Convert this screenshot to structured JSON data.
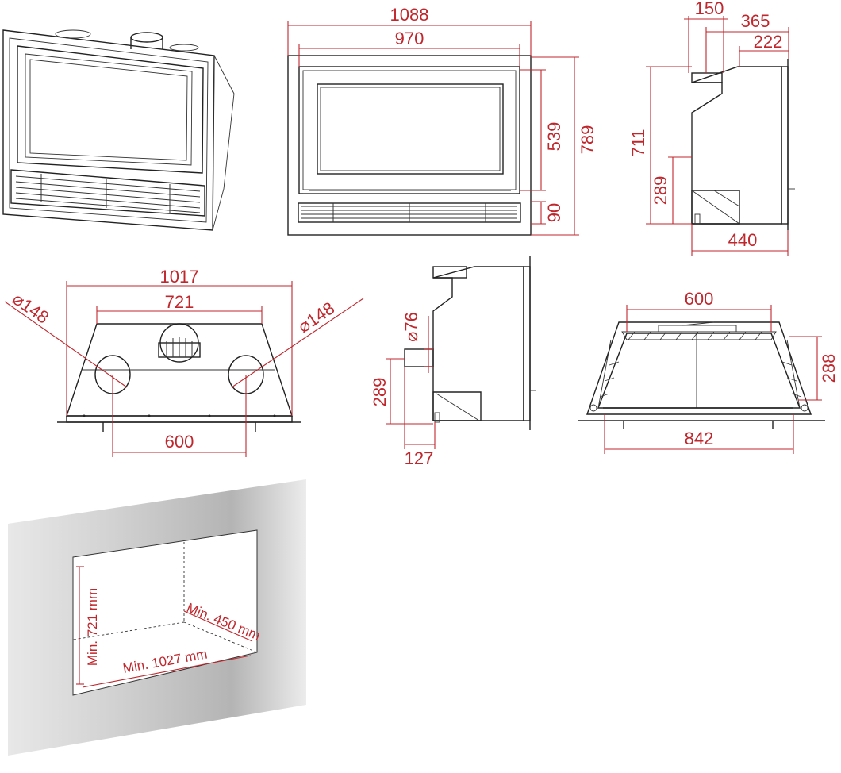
{
  "colors": {
    "dimension": "#c0272d",
    "outline": "#222222",
    "wall": "#bdbdbd"
  },
  "front_view": {
    "width": "1088",
    "inner_width": "970",
    "glass_height": "539",
    "total_height": "789",
    "grill_height": "90"
  },
  "side_view_top": {
    "flue_width": "150",
    "flue_offset": "365",
    "depth_top": "222",
    "total_height": "711",
    "lower_height": "289",
    "depth": "440"
  },
  "top_view": {
    "width": "1017",
    "inner_width": "721",
    "outlet_spacing": "600",
    "diameter_left": "⌀148",
    "diameter_right": "⌀148"
  },
  "side_view_bottom": {
    "inlet_diameter": "⌀76",
    "height": "289",
    "offset": "127"
  },
  "section_view": {
    "width_top": "600",
    "width_bottom": "842",
    "height": "288"
  },
  "niche": {
    "min_height": "Min. 721 mm",
    "min_depth": "Min. 450 mm",
    "min_width": "Min. 1027 mm"
  }
}
